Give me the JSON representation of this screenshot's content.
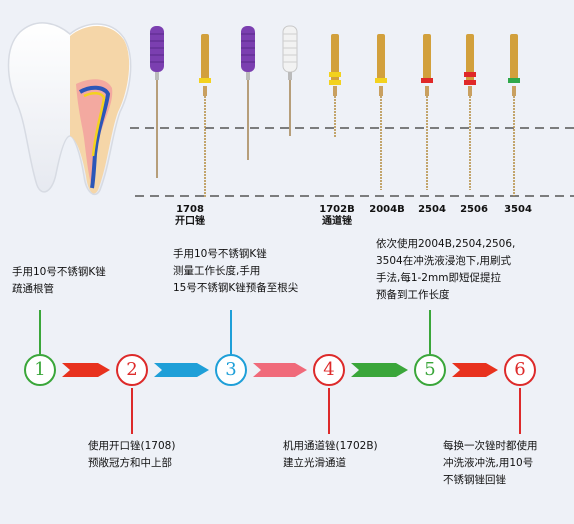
{
  "file_labels": [
    {
      "top": "1708",
      "bottom": "开口锉"
    },
    {
      "top": "1702B",
      "bottom": "通道锉"
    },
    {
      "top": "2004B"
    },
    {
      "top": "2504"
    },
    {
      "top": "2506"
    },
    {
      "top": "3504"
    }
  ],
  "steps": [
    {
      "number": "1",
      "color": "#3aa63a",
      "text": [
        "手用10号不锈钢K锉",
        "疏通根管"
      ]
    },
    {
      "number": "2",
      "color": "#dd2a2a",
      "text": [
        "使用开口锉(1708)",
        "预敞冠方和中上部"
      ]
    },
    {
      "number": "3",
      "color": "#1e9fd8",
      "text": [
        "手用10号不锈钢K锉",
        "测量工作长度,手用",
        "15号不锈钢K锉预备至根尖"
      ]
    },
    {
      "number": "4",
      "color": "#dd2a2a",
      "text": [
        "机用通道锉(1702B)",
        "建立光滑通道"
      ]
    },
    {
      "number": "5",
      "color": "#3aa63a",
      "text": [
        "依次使用2004B,2504,2506,",
        "3504在冲洗液浸泡下,用刷式",
        "手法,每1-2mm即短促提拉",
        "预备到工作长度"
      ]
    },
    {
      "number": "6",
      "color": "#dd2a2a",
      "text": [
        "每换一次锉时都使用",
        "冲洗液冲洗,用10号",
        "不锈钢锉回锉"
      ]
    }
  ],
  "arrow_colors": [
    "#e8321e",
    "#1e9fd8",
    "#f06a7a",
    "#3aa63a",
    "#e8321e"
  ],
  "file_colors": {
    "purple": "#7b3fb0",
    "white": "#f2f2f2",
    "yellow": "#f3d21e",
    "red": "#e02828",
    "green": "#2fa84a",
    "gold": "#d2a03c"
  }
}
